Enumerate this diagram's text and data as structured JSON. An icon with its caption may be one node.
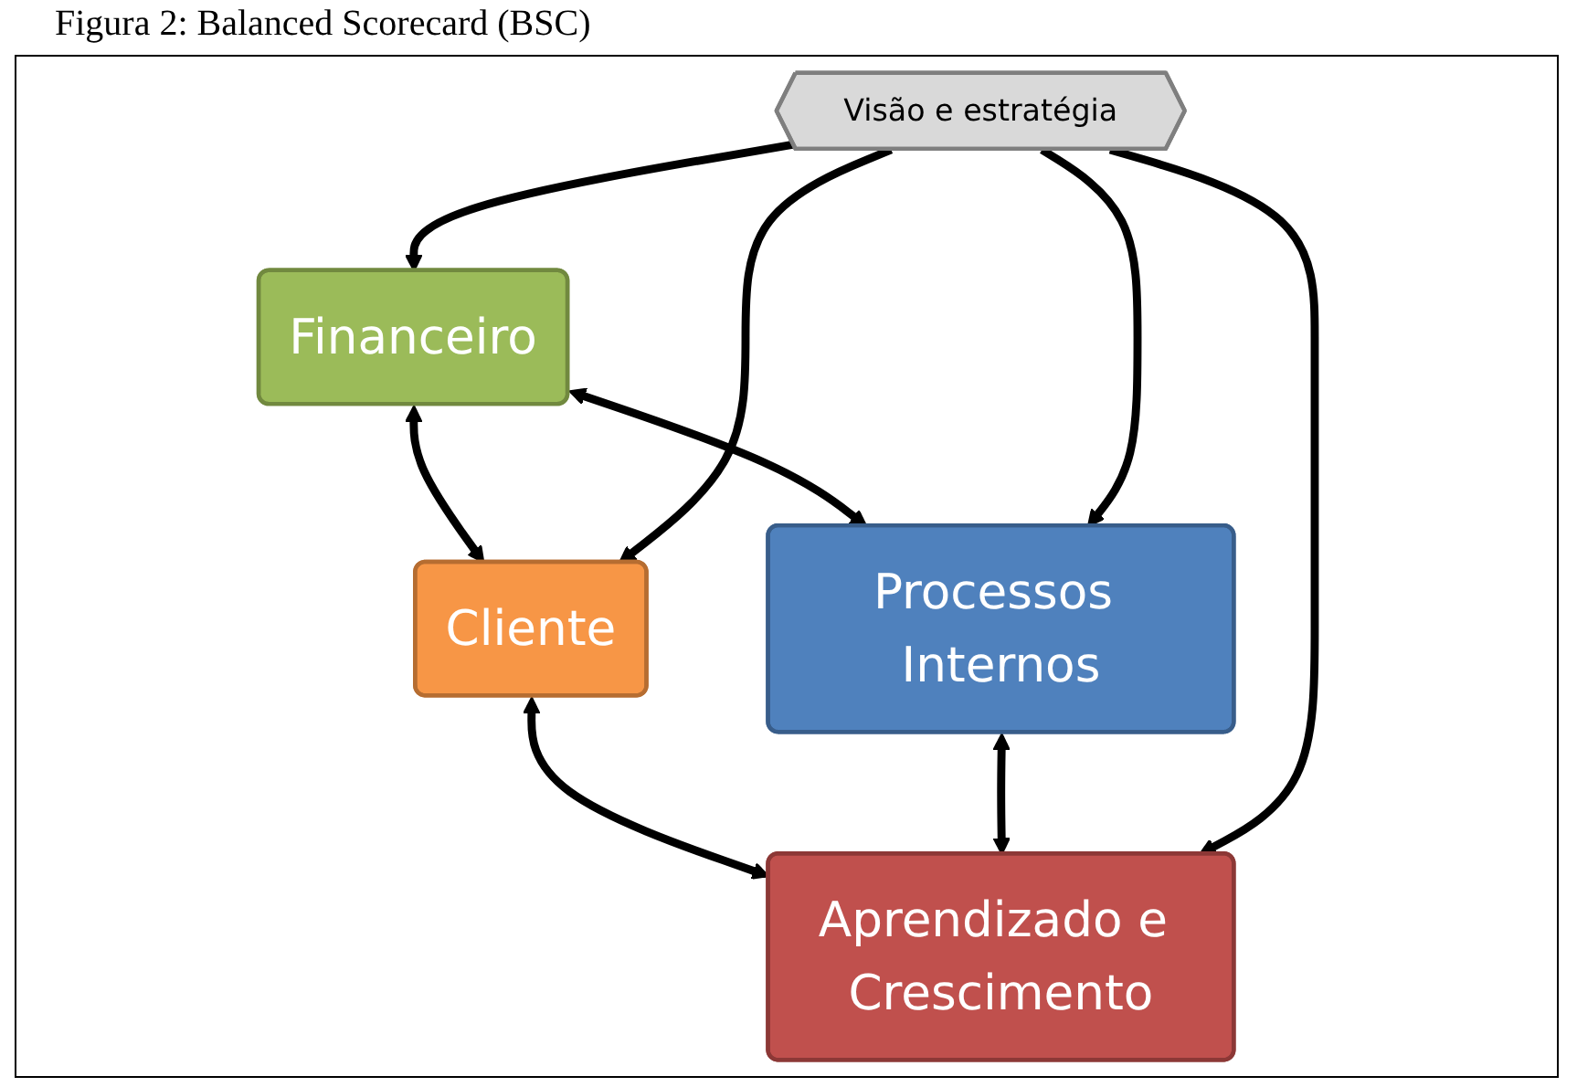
{
  "diagram": {
    "title": "Figura 2: Balanced Scorecard (BSC)",
    "nodes": [
      {
        "text": [
          "Financeiro"
        ]
      },
      {
        "text": [
          "Cliente"
        ]
      },
      {
        "text": [
          "Visão e estratégia"
        ]
      },
      {
        "text": [
          "Processos Internos"
        ]
      },
      {
        "text": [
          "Aprendizado e Crescimento"
        ]
      }
    ],
    "edges": [
      {
        "from": 0,
        "to": 1,
        "arrow": "both"
      },
      {
        "from": 0,
        "to": 3,
        "arrow": "both"
      },
      {
        "from": 1,
        "to": 4,
        "arrow": "both"
      },
      {
        "from": 3,
        "to": 4,
        "arrow": "both"
      },
      {
        "from": 2,
        "to": 0,
        "arrow": "to"
      },
      {
        "from": 2,
        "to": 1,
        "arrow": "to"
      },
      {
        "from": 2,
        "to": 3,
        "arrow": "to"
      },
      {
        "from": 2,
        "to": 4,
        "arrow": "to"
      }
    ]
  }
}
